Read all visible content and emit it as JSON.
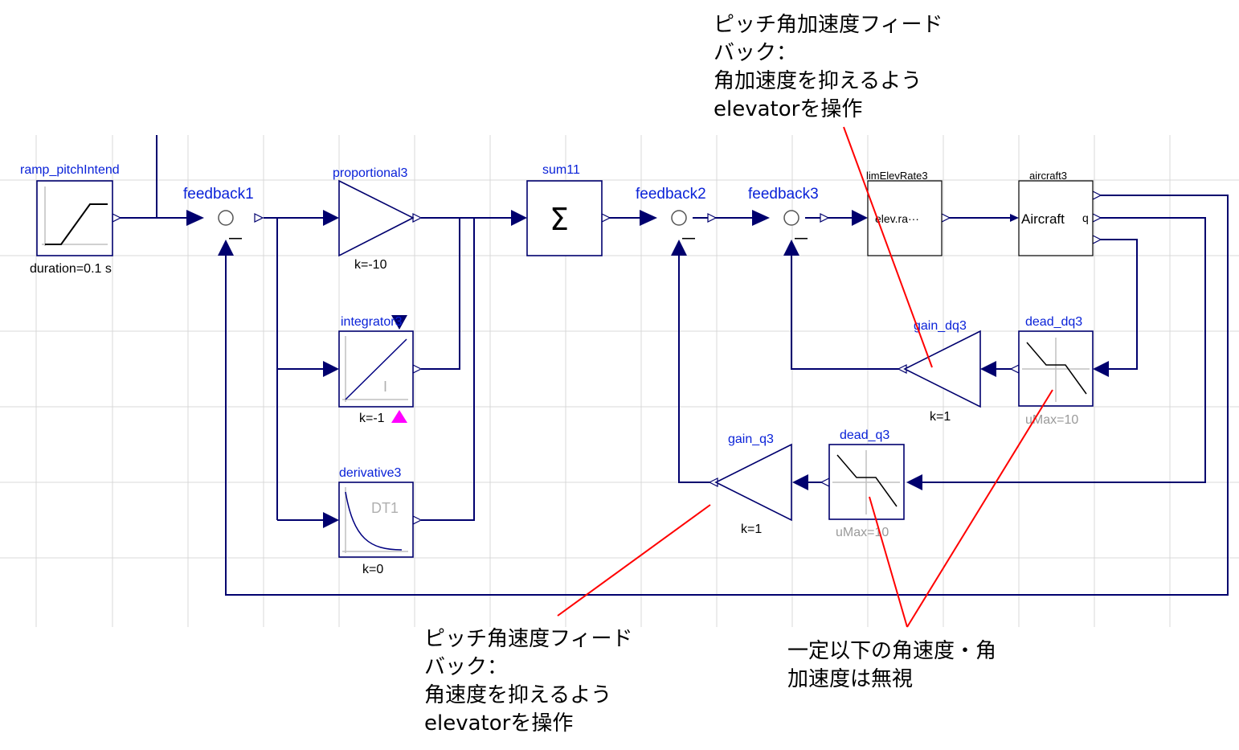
{
  "blocks": {
    "ramp": {
      "name": "ramp_pitchIntend",
      "param": "duration=0.1 s"
    },
    "feedback1": {
      "name": "feedback1"
    },
    "feedback2": {
      "name": "feedback2"
    },
    "feedback3": {
      "name": "feedback3"
    },
    "proportional": {
      "name": "proportional3",
      "param": "k=-10"
    },
    "integrator": {
      "name": "integrator3",
      "param": "k=-1",
      "symbol": "I"
    },
    "derivative": {
      "name": "derivative3",
      "param": "k=0",
      "symbol": "DT1"
    },
    "sum": {
      "name": "sum11",
      "symbol": "Σ"
    },
    "limElev": {
      "name": "limElevRate3",
      "inner": "elev.ra···"
    },
    "aircraft": {
      "name": "aircraft3",
      "inner": "Aircraft",
      "port_label": "q"
    },
    "gain_dq": {
      "name": "gain_dq3",
      "param": "k=1"
    },
    "dead_dq": {
      "name": "dead_dq3",
      "param": "uMax=10"
    },
    "gain_q": {
      "name": "gain_q3",
      "param": "k=1"
    },
    "dead_q": {
      "name": "dead_q3",
      "param": "uMax=10"
    },
    "minus_sign": "—"
  },
  "annotations": {
    "top": [
      "ピッチ角加速度フィード",
      "バック：",
      "角加速度を抑えるよう",
      "elevatorを操作"
    ],
    "bottom_left": [
      "ピッチ角速度フィード",
      "バック：",
      "角速度を抑えるよう",
      "elevatorを操作"
    ],
    "bottom_right": [
      "一定以下の角速度・角",
      "加速度は無視"
    ]
  },
  "colors": {
    "wire": "#00006e",
    "label_blue": "#0a22d8",
    "annotation_red": "#ff0000",
    "magenta_marker": "#ff00ff"
  }
}
